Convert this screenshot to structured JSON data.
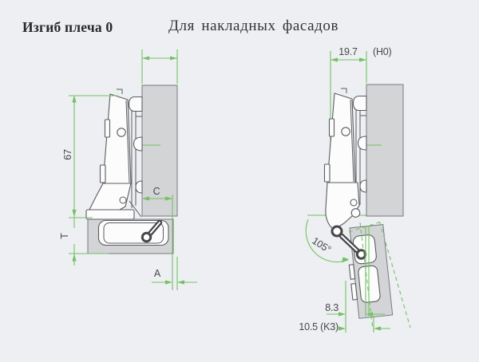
{
  "page": {
    "title": "Изгиб плеча 0",
    "subtitle": "Для накладных фасадов"
  },
  "colors": {
    "dimension_green": "#74c163",
    "panel_gray": "#d3d4d6",
    "outline_dark": "#5b5c60",
    "text_dark": "#47484a",
    "background": "#edeff2"
  },
  "left_view": {
    "description": "closed hinge on overlay door, side section",
    "dims": {
      "arm_height": "67",
      "cup_distance_label": "C",
      "door_thickness_label": "T",
      "gap_label": "A"
    }
  },
  "right_view": {
    "description": "hinge opened to 105 degrees, side section",
    "dims": {
      "protrusion": "19.7",
      "protrusion_code": "(H0)",
      "opening_angle": "105°",
      "cup_edge_distance": "8.3",
      "drilling_distance": "10.5 (K3)"
    }
  }
}
